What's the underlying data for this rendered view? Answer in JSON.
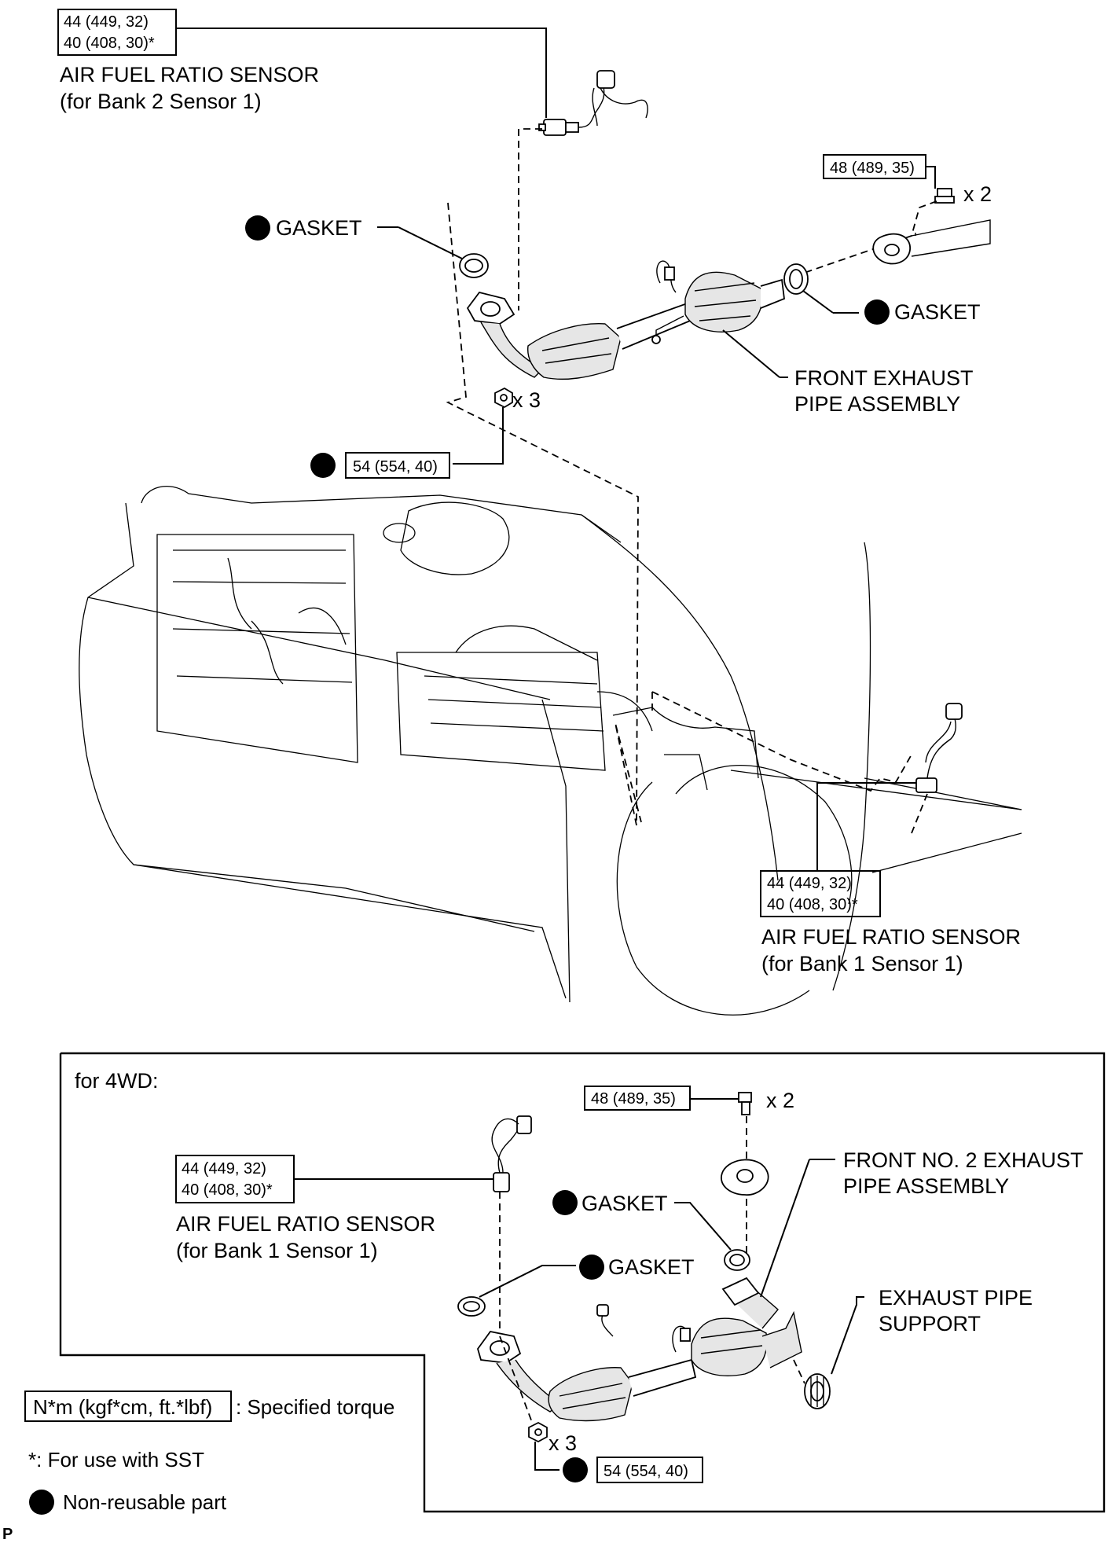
{
  "torque": {
    "sensor_b2": [
      "44 (449, 32)",
      "40 (408, 30)*"
    ],
    "rear_bolt": "48 (489, 35)",
    "front_nut": "54 (554, 40)",
    "sensor_b1": [
      "44 (449, 32)",
      "40 (408, 30)*"
    ],
    "w4_bolt": "48 (489, 35)",
    "w4_sensor": [
      "44 (449, 32)",
      "40 (408, 30)*"
    ],
    "w4_nut": "54 (554, 40)"
  },
  "labels": {
    "sensor_b2": [
      "AIR FUEL RATIO SENSOR",
      "(for Bank 2 Sensor 1)"
    ],
    "gasket": "GASKET",
    "front_pipe": [
      "FRONT EXHAUST",
      "PIPE ASSEMBLY"
    ],
    "sensor_b1": [
      "AIR FUEL RATIO SENSOR",
      "(for Bank 1 Sensor 1)"
    ],
    "x2": "x 2",
    "x3": "x 3",
    "w4_title": "for 4WD:",
    "w4_pipe": [
      "FRONT NO. 2 EXHAUST",
      "PIPE ASSEMBLY"
    ],
    "w4_support": [
      "EXHAUST PIPE",
      "SUPPORT"
    ]
  },
  "legend": {
    "box": "N*m (kgf*cm, ft.*lbf)",
    "specified": ": Specified torque",
    "sst": "*: For use with SST",
    "nonreusable": "Non-reusable part"
  },
  "corner_mark": "P"
}
